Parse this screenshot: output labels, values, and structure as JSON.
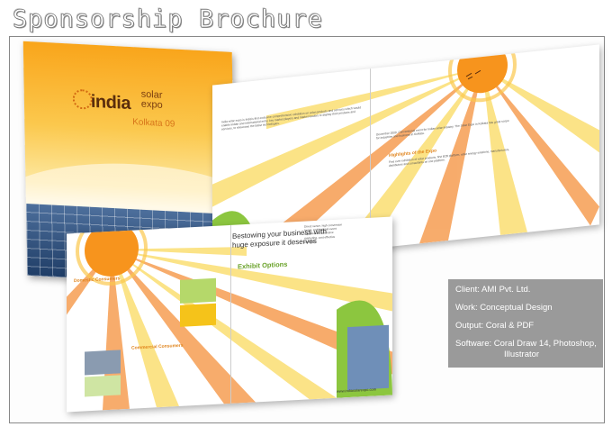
{
  "header": {
    "title": "Sponsorship Brochure"
  },
  "cover": {
    "logo_main": "india",
    "logo_solar": "solar",
    "logo_expo": "expo",
    "logo_subtitle": "Kolkata 09"
  },
  "spread_top": {
    "intro_text": "India solar expo is India's first exclusive comprehensive exhibition on solar products and services which would enable Indian and international entry, key market players and market leaders to display their products and services, to showcase the latest technologies.",
    "right_text": "December 2009, Conventional event for Indian solar industry. The Solar Expo in Kolkata has great scope for industries and business in Kolkata.",
    "highlights_title": "Highlights of the Expo",
    "highlights_text": "First ever exhibition of solar products, first B2B platform, solar energy solutions, manufacturers, distributors and consultants on one platform."
  },
  "spread_bottom": {
    "tagline_1": "Bestowing your business with",
    "tagline_2": "huge exposure it deserves",
    "exhibit_title": "Exhibit Options",
    "domestic_title": "Domestic Consumers",
    "commercial_title": "Commercial Consumers",
    "url": "www.indiasolarexpo.com",
    "side_text": "Direct venue, high conversion target, professional event organization, extensive marketing, cost effective package."
  },
  "info_panel": {
    "client": "Client: AMI Pvt. Ltd.",
    "work": "Work: Conceptual Design",
    "output": "Output: Coral & PDF",
    "software_1": "Software: Coral Draw 14, Photoshop,",
    "software_2": "Illustrator"
  },
  "colors": {
    "ray_orange": "#f7a35c",
    "ray_yellow": "#fbe07a",
    "sun": "#f7941d",
    "accent_green": "#6aa22a",
    "panel_gray": "#9a9a9a"
  }
}
